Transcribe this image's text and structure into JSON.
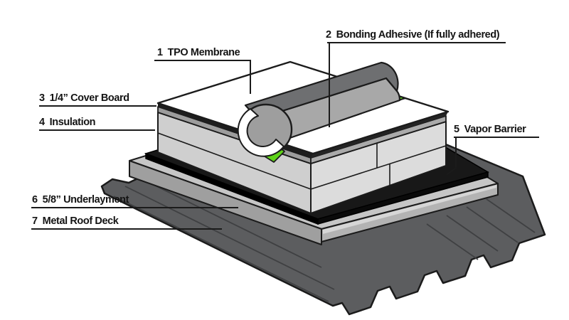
{
  "figure": {
    "type": "isometric-roof-assembly-cutaway",
    "labels": [
      {
        "num": "1",
        "text": "TPO Membrane"
      },
      {
        "num": "2",
        "text": "Bonding Adhesive (If fully adhered)"
      },
      {
        "num": "3",
        "text": "1/4” Cover Board"
      },
      {
        "num": "4",
        "text": "Insulation"
      },
      {
        "num": "5",
        "text": "Vapor Barrier"
      },
      {
        "num": "6",
        "text": "5/8” Underlayment"
      },
      {
        "num": "7",
        "text": "Metal Roof Deck"
      }
    ],
    "colors": {
      "adhesive_green": "#5ed318",
      "membrane_white": "#ffffff",
      "roll_dark_gray": "#6e6f71",
      "roll_light_gray": "#a8a8a8",
      "coverboard_gray": "#9c9c9c",
      "insulation_gray": "#d6d6d6",
      "vapor_barrier_black": "#181818",
      "underlayment_gray": "#c6c6c6",
      "deck_dark_gray": "#5c5d5f",
      "outline": "#1b1b1b",
      "background": "#ffffff"
    }
  }
}
